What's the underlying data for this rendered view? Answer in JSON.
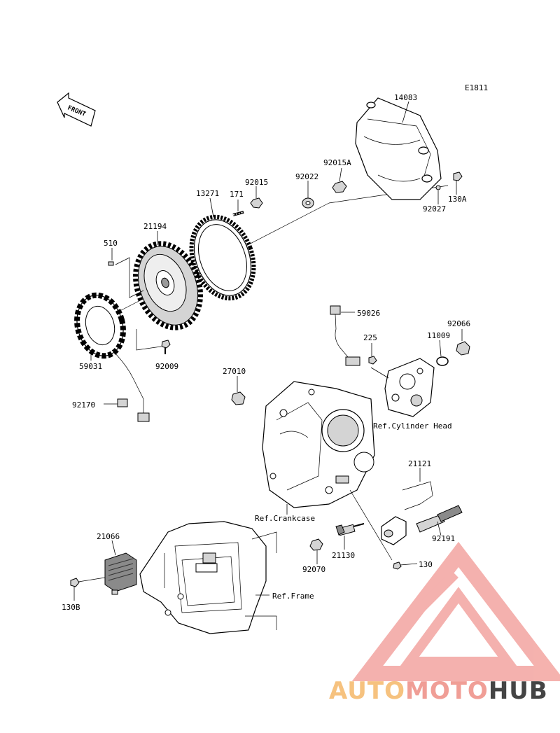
{
  "diagram": {
    "code": "E1811",
    "front_arrow_label": "FRONT",
    "parts": [
      {
        "id": "p14083",
        "label": "14083"
      },
      {
        "id": "p92015A",
        "label": "92015A"
      },
      {
        "id": "p92022",
        "label": "92022"
      },
      {
        "id": "p92015",
        "label": "92015"
      },
      {
        "id": "p171",
        "label": "171"
      },
      {
        "id": "p13271",
        "label": "13271"
      },
      {
        "id": "p130A",
        "label": "130A"
      },
      {
        "id": "p92027",
        "label": "92027"
      },
      {
        "id": "p21194",
        "label": "21194"
      },
      {
        "id": "p510",
        "label": "510"
      },
      {
        "id": "p59031",
        "label": "59031"
      },
      {
        "id": "p92009",
        "label": "92009"
      },
      {
        "id": "p92170",
        "label": "92170"
      },
      {
        "id": "p59026",
        "label": "59026"
      },
      {
        "id": "p225",
        "label": "225"
      },
      {
        "id": "p92066",
        "label": "92066"
      },
      {
        "id": "p11009",
        "label": "11009"
      },
      {
        "id": "p27010",
        "label": "27010"
      },
      {
        "id": "p21121",
        "label": "21121"
      },
      {
        "id": "p92191",
        "label": "92191"
      },
      {
        "id": "p21130",
        "label": "21130"
      },
      {
        "id": "p92070",
        "label": "92070"
      },
      {
        "id": "p130",
        "label": "130"
      },
      {
        "id": "p21066",
        "label": "21066"
      },
      {
        "id": "p130B",
        "label": "130B"
      }
    ],
    "refs": [
      {
        "id": "ref_head",
        "label": "Ref.Cylinder Head"
      },
      {
        "id": "ref_crank",
        "label": "Ref.Crankcase"
      },
      {
        "id": "ref_frame",
        "label": "Ref.Frame"
      }
    ]
  },
  "watermark": {
    "part1": "AUTO",
    "part2": "MOTO",
    "part3": "HUB",
    "color1": "#f6c27f",
    "color2": "#f09e96",
    "color3": "#444444",
    "triangle_color": "#f3a4a0"
  }
}
